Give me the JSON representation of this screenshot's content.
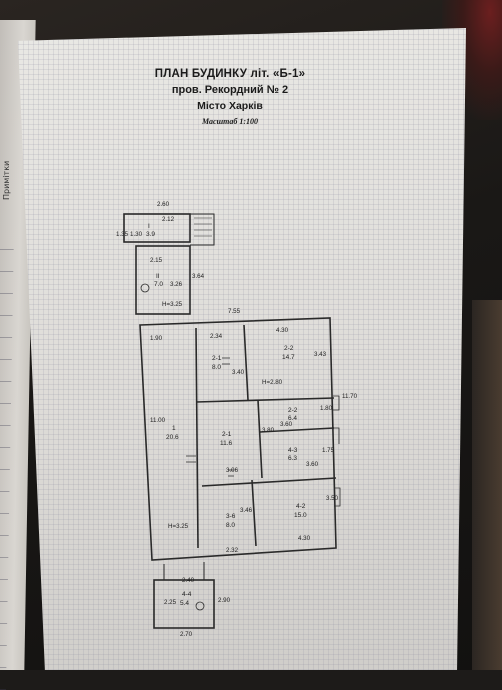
{
  "title": {
    "line1": "ПЛАН БУДИНКУ літ. «Б-1»",
    "line2": "пров. Рекордний № 2",
    "line3": "Місто Харків",
    "scale": "Масштаб 1:100"
  },
  "side_label": "Примітки",
  "rooms": [
    {
      "id": "I",
      "area": "3.9"
    },
    {
      "id": "II",
      "area": "7.0"
    },
    {
      "id": "1",
      "area": "20.6"
    },
    {
      "id": "2-1",
      "area": "8.0"
    },
    {
      "id": "2-2",
      "area": "14.7"
    },
    {
      "id": "2-1",
      "area": "11.6"
    },
    {
      "id": "2-2",
      "area": "6.4"
    },
    {
      "id": "4-3",
      "area": "6.3"
    },
    {
      "id": "3-6",
      "area": "8.0"
    },
    {
      "id": "4-2",
      "area": "15.0"
    },
    {
      "id": "4-4",
      "area": "5.4"
    }
  ],
  "dimensions": {
    "d260": "2.60",
    "d212": "2.12",
    "d135": "1.35",
    "d130": "1.30",
    "d215": "2.15",
    "d326": "3.26",
    "d364": "3.64",
    "h325a": "H=3.25",
    "d755": "7.55",
    "d190": "1.90",
    "d234": "2.34",
    "d430a": "4.30",
    "d340": "3.40",
    "d343": "3.43",
    "h280": "H=2.80",
    "d1100": "11.00",
    "d180": "1.80",
    "d1170": "11.70",
    "d360a": "3.60",
    "d380": "3.80",
    "d175": "1.75",
    "d306": "3.06",
    "d360b": "3.60",
    "d346": "3.46",
    "d350": "3.50",
    "h325b": "H=3.25",
    "d232": "2.32",
    "d430b": "4.30",
    "d240": "2.40",
    "d225": "2.25",
    "d290": "2.90",
    "d270": "2.70"
  },
  "colors": {
    "ink": "#2a2a2a",
    "sheet": "#e6e5e1",
    "background": "#1d1b19"
  }
}
